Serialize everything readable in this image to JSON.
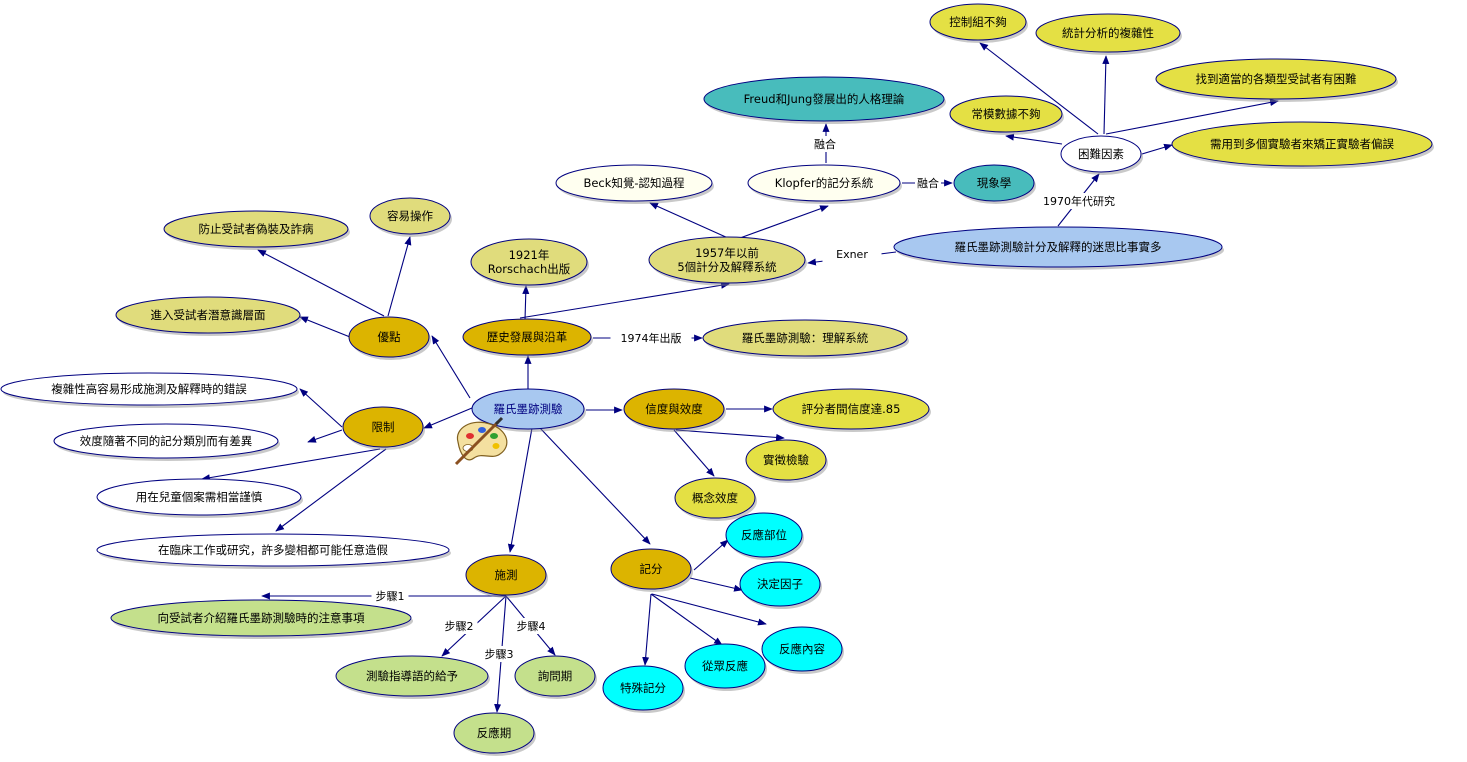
{
  "colors": {
    "gold": "#dcb400",
    "khaki": "#e0dc7c",
    "yellow": "#e4e044",
    "cream": "#fffff0",
    "white": "#ffffff",
    "lightblue": "#a8c8f0",
    "teal": "#48bcbc",
    "cyan": "#00ffff",
    "green": "#c4e08c",
    "line": "#000080"
  },
  "nodes": [
    {
      "id": "center",
      "lines": [
        "羅氏墨跡測驗"
      ],
      "color": "lightblue",
      "textColor": "#000080"
    },
    {
      "id": "history",
      "lines": [
        "歷史發展與沿革"
      ],
      "color": "gold"
    },
    {
      "id": "y1921",
      "lines": [
        "1921年",
        "Rorschach出版"
      ],
      "color": "khaki"
    },
    {
      "id": "y1957",
      "lines": [
        "1957年以前",
        "5個計分及解釋系統"
      ],
      "color": "khaki"
    },
    {
      "id": "beck",
      "lines": [
        "Beck知覺-認知過程"
      ],
      "color": "cream"
    },
    {
      "id": "klopfer",
      "lines": [
        "Klopfer的記分系統"
      ],
      "color": "cream"
    },
    {
      "id": "freud",
      "lines": [
        "Freud和Jung發展出的人格理論"
      ],
      "color": "teal"
    },
    {
      "id": "phenom",
      "lines": [
        "現象學"
      ],
      "color": "teal"
    },
    {
      "id": "exnerbook",
      "lines": [
        "羅氏墨跡測驗計分及解釋的迷思比事實多"
      ],
      "color": "lightblue"
    },
    {
      "id": "difficulty",
      "lines": [
        "困難因素"
      ],
      "color": "white"
    },
    {
      "id": "control",
      "lines": [
        "控制組不夠"
      ],
      "color": "yellow"
    },
    {
      "id": "stats",
      "lines": [
        "統計分析的複雜性"
      ],
      "color": "yellow"
    },
    {
      "id": "subjects",
      "lines": [
        "找到適當的各類型受試者有困難"
      ],
      "color": "yellow"
    },
    {
      "id": "norms",
      "lines": [
        "常模數據不夠"
      ],
      "color": "yellow"
    },
    {
      "id": "examiners",
      "lines": [
        "需用到多個實驗者來矯正實驗者偏誤"
      ],
      "color": "yellow"
    },
    {
      "id": "understand",
      "lines": [
        "羅氏墨跡測驗：理解系統"
      ],
      "color": "khaki"
    },
    {
      "id": "merits",
      "lines": [
        "優點"
      ],
      "color": "gold"
    },
    {
      "id": "m1",
      "lines": [
        "防止受試者偽裝及詐病"
      ],
      "color": "khaki"
    },
    {
      "id": "m2",
      "lines": [
        "容易操作"
      ],
      "color": "khaki"
    },
    {
      "id": "m3",
      "lines": [
        "進入受試者潛意識層面"
      ],
      "color": "khaki"
    },
    {
      "id": "limits",
      "lines": [
        "限制"
      ],
      "color": "gold"
    },
    {
      "id": "l1",
      "lines": [
        "複雜性高容易形成施測及解釋時的錯誤"
      ],
      "color": "white"
    },
    {
      "id": "l2",
      "lines": [
        "效度隨著不同的記分類別而有差異"
      ],
      "color": "white"
    },
    {
      "id": "l3",
      "lines": [
        "用在兒童個案需相當謹慎"
      ],
      "color": "white"
    },
    {
      "id": "l4",
      "lines": [
        "在臨床工作或研究，許多變相都可能任意造假"
      ],
      "color": "white"
    },
    {
      "id": "reliab",
      "lines": [
        "信度與效度"
      ],
      "color": "gold"
    },
    {
      "id": "r1",
      "lines": [
        "評分者間信度達.85"
      ],
      "color": "yellow"
    },
    {
      "id": "r2",
      "lines": [
        "實徵檢驗"
      ],
      "color": "yellow"
    },
    {
      "id": "r3",
      "lines": [
        "概念效度"
      ],
      "color": "yellow"
    },
    {
      "id": "admin",
      "lines": [
        "施測"
      ],
      "color": "gold"
    },
    {
      "id": "a1",
      "lines": [
        "向受試者介紹羅氏墨跡測驗時的注意事項"
      ],
      "color": "green"
    },
    {
      "id": "a2",
      "lines": [
        "測驗指導語的給予"
      ],
      "color": "green"
    },
    {
      "id": "a3",
      "lines": [
        "反應期"
      ],
      "color": "green"
    },
    {
      "id": "a4",
      "lines": [
        "詢問期"
      ],
      "color": "green"
    },
    {
      "id": "scoring",
      "lines": [
        "記分"
      ],
      "color": "gold"
    },
    {
      "id": "s1",
      "lines": [
        "反應部位"
      ],
      "color": "cyan"
    },
    {
      "id": "s2",
      "lines": [
        "決定因子"
      ],
      "color": "cyan"
    },
    {
      "id": "s3",
      "lines": [
        "反應內容"
      ],
      "color": "cyan"
    },
    {
      "id": "s4",
      "lines": [
        "從眾反應"
      ],
      "color": "cyan"
    },
    {
      "id": "s5",
      "lines": [
        "特殊記分"
      ],
      "color": "cyan"
    }
  ],
  "edges": [
    {
      "from": "center",
      "to": "history"
    },
    {
      "from": "center",
      "to": "merits"
    },
    {
      "from": "center",
      "to": "limits"
    },
    {
      "from": "center",
      "to": "reliab"
    },
    {
      "from": "center",
      "to": "admin"
    },
    {
      "from": "center",
      "to": "scoring"
    },
    {
      "from": "history",
      "to": "y1921"
    },
    {
      "from": "history",
      "to": "y1957"
    },
    {
      "from": "history",
      "to": "understand",
      "label": "1974年出版"
    },
    {
      "from": "y1957",
      "to": "beck"
    },
    {
      "from": "y1957",
      "to": "klopfer"
    },
    {
      "from": "klopfer",
      "to": "freud",
      "label": "融合"
    },
    {
      "from": "klopfer",
      "to": "phenom",
      "label": "融合"
    },
    {
      "from": "exnerbook",
      "to": "y1957",
      "label": "Exner"
    },
    {
      "from": "exnerbook",
      "to": "difficulty",
      "label": "1970年代研究"
    },
    {
      "from": "difficulty",
      "to": "control"
    },
    {
      "from": "difficulty",
      "to": "stats"
    },
    {
      "from": "difficulty",
      "to": "subjects"
    },
    {
      "from": "difficulty",
      "to": "norms"
    },
    {
      "from": "difficulty",
      "to": "examiners"
    },
    {
      "from": "merits",
      "to": "m1"
    },
    {
      "from": "merits",
      "to": "m2"
    },
    {
      "from": "merits",
      "to": "m3"
    },
    {
      "from": "limits",
      "to": "l1"
    },
    {
      "from": "limits",
      "to": "l2"
    },
    {
      "from": "limits",
      "to": "l3"
    },
    {
      "from": "limits",
      "to": "l4"
    },
    {
      "from": "reliab",
      "to": "r1"
    },
    {
      "from": "reliab",
      "to": "r2"
    },
    {
      "from": "reliab",
      "to": "r3"
    },
    {
      "from": "admin",
      "to": "a1",
      "label": "步驟1"
    },
    {
      "from": "admin",
      "to": "a2",
      "label": "步驟2"
    },
    {
      "from": "admin",
      "to": "a3",
      "label": "步驟3"
    },
    {
      "from": "admin",
      "to": "a4",
      "label": "步驟4"
    },
    {
      "from": "scoring",
      "to": "s1"
    },
    {
      "from": "scoring",
      "to": "s2"
    },
    {
      "from": "scoring",
      "to": "s3"
    },
    {
      "from": "scoring",
      "to": "s4"
    },
    {
      "from": "scoring",
      "to": "s5"
    }
  ],
  "icon": "palette-icon"
}
